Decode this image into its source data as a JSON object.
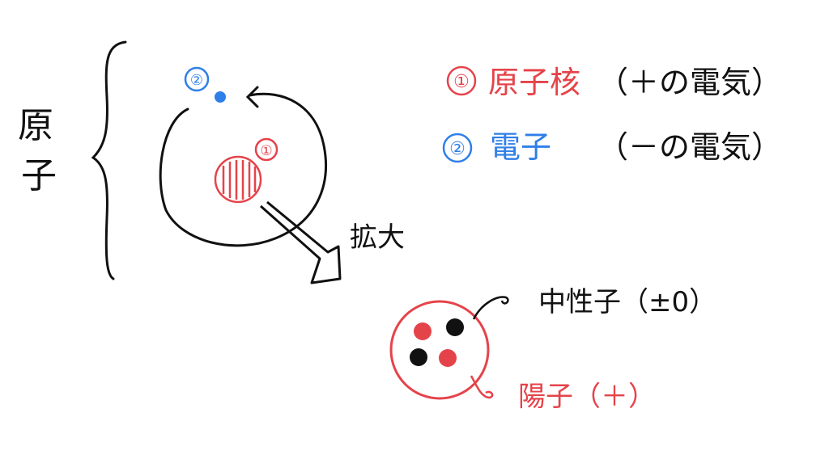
{
  "colors": {
    "nucleus": "#e5434a",
    "electron": "#2f7fe8",
    "ink": "#111111"
  },
  "atom_label": [
    "原",
    "子"
  ],
  "diagram": {
    "electron_marker": "②",
    "nucleus_marker": "①",
    "zoom_label": "拡大"
  },
  "legend": [
    {
      "marker": "①",
      "term": "原子核",
      "note": "（＋の電気）"
    },
    {
      "marker": "②",
      "term": "電子",
      "note": "（－の電気）"
    }
  ],
  "nucleus_detail": {
    "neutron_label": "中性子（±0）",
    "proton_label": "陽子（＋）"
  }
}
